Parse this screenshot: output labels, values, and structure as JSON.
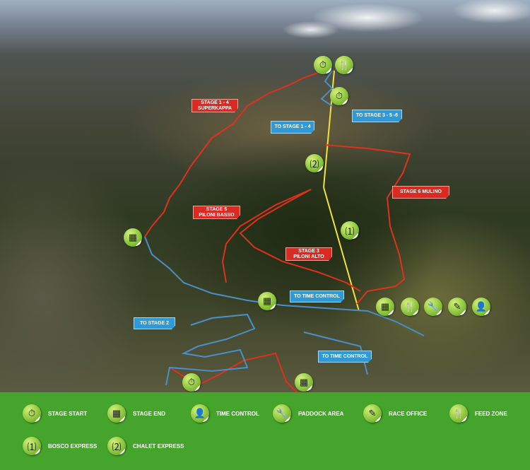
{
  "map": {
    "route_labels": [
      {
        "text": "STAGE 1 - 4\nSUPERKAPPA",
        "type": "stage"
      },
      {
        "text": "TO STAGE 1 - 4",
        "type": "transfer"
      },
      {
        "text": "TO STAGE 3 - 5 -6",
        "type": "transfer"
      },
      {
        "text": "STAGE 6 MULINO",
        "type": "stage"
      },
      {
        "text": "STAGE 5\nPILONI BASSO",
        "type": "stage"
      },
      {
        "text": "STAGE 3\nPILONI ALTO",
        "type": "stage"
      },
      {
        "text": "TO TIME CONTROL",
        "type": "transfer"
      },
      {
        "text": "TO STAGE 2",
        "type": "transfer"
      },
      {
        "text": "TO TIME CONTROL",
        "type": "transfer"
      }
    ],
    "colors": {
      "stage_trail": "#e0301e",
      "transfer_trail": "#4a8fc8",
      "lift_line": "#f2e23a",
      "legend_bg": "#45a42b",
      "icon_green": "#8cc63f"
    }
  },
  "legend": {
    "items": [
      {
        "icon": "stopwatch-icon",
        "label": "STAGE START"
      },
      {
        "icon": "checkered-flag-icon",
        "label": "STAGE END"
      },
      {
        "icon": "person-icon",
        "label": "TIME CONTROL"
      },
      {
        "icon": "wrench-icon",
        "label": "PADDOCK AREA"
      },
      {
        "icon": "pencil-square-icon",
        "label": "RACE OFFICE"
      },
      {
        "icon": "fork-knife-icon",
        "label": "FEED ZONE"
      },
      {
        "icon": "chairlift-1-icon",
        "label": "BOSCO EXPRESS"
      },
      {
        "icon": "chairlift-2-icon",
        "label": "CHALET EXPRESS"
      }
    ]
  }
}
